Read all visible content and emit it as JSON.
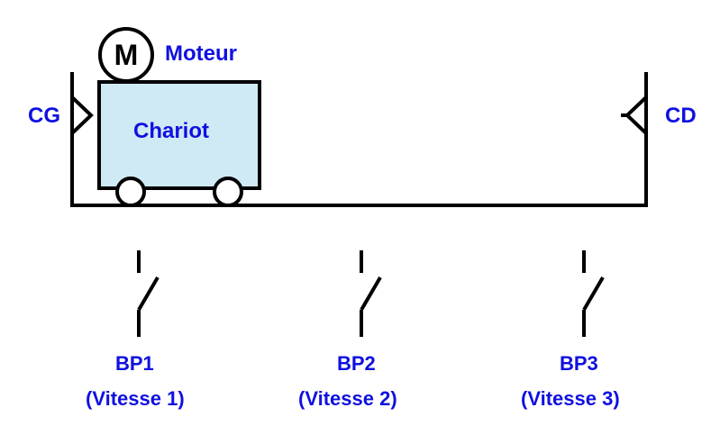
{
  "labels": {
    "motor": "Moteur",
    "motor_symbol": "M",
    "cart": "Chariot",
    "left_sensor": "CG",
    "right_sensor": "CD"
  },
  "buttons": [
    {
      "name": "BP1",
      "speed": "(Vitesse 1)"
    },
    {
      "name": "BP2",
      "speed": "(Vitesse 2)"
    },
    {
      "name": "BP3",
      "speed": "(Vitesse 3)"
    }
  ],
  "colors": {
    "text": "#1010e0",
    "cart_fill": "#cfeaf5",
    "line": "#000000"
  }
}
